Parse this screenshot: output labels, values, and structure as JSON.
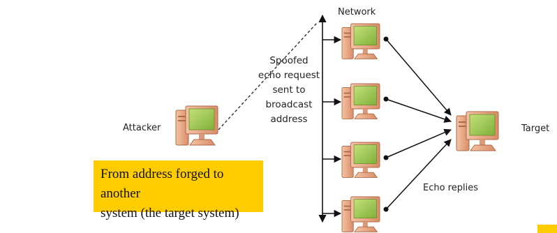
{
  "labels": {
    "network": "Network",
    "attacker": "Attacker",
    "target": "Target",
    "echo_replies": "Echo replies",
    "spoofed_lines": [
      "Spoofed",
      "echo request",
      "sent to",
      "broadcast",
      "address"
    ]
  },
  "note": {
    "line1": "From address forged to another",
    "line2": "system (the target system)"
  },
  "icons": {
    "computer": "desktop-computer-icon"
  },
  "colors": {
    "note_background": "#ffcc00",
    "monitor_screen": "#9ccc4a",
    "computer_body": "#e8a884",
    "line": "#111111"
  }
}
